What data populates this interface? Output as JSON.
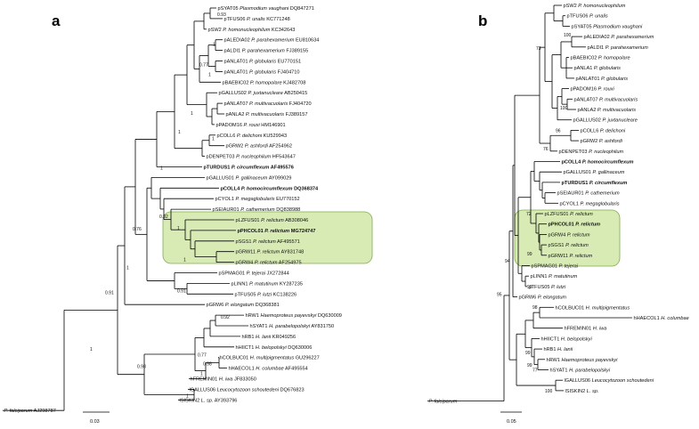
{
  "panel_a": {
    "label": "a",
    "scale_label": "0.03",
    "leaves": [
      {
        "code": "pSYAT05",
        "species": "Plasmodium vaughani",
        "acc": "DQ847271",
        "bold": false
      },
      {
        "code": "pTFUS06",
        "species": "P. unalis",
        "acc": "KC771248",
        "bold": false
      },
      {
        "code": "pSW2",
        "species": "P. homonucleophilum",
        "acc": "KC342643",
        "bold": false
      },
      {
        "code": "pALEDIA02",
        "species": "P. parahexamerium",
        "acc": "EU810634",
        "bold": false
      },
      {
        "code": "pALDI1",
        "species": "P. parahexamerium",
        "acc": "FJ389155",
        "bold": false
      },
      {
        "code": "pANLAT01",
        "species": "P. globularis",
        "acc": "EU770151",
        "bold": false
      },
      {
        "code": "pANLAT01",
        "species": "P. globularis",
        "acc": "FJ404710",
        "bold": false
      },
      {
        "code": "pBAEBIC02",
        "species": "P. homopolare",
        "acc": "KJ482708",
        "bold": false
      },
      {
        "code": "pGALLUS02",
        "species": "P. juxtanucleare",
        "acc": "AB250415",
        "bold": false
      },
      {
        "code": "pANLAT07",
        "species": "P. multivacuolaris",
        "acc": "FJ404720",
        "bold": false
      },
      {
        "code": "pANLA2",
        "species": "P. multivacuolaris",
        "acc": "FJ389157",
        "bold": false
      },
      {
        "code": "pPADOM16",
        "species": "P. rouxi",
        "acc": "HM146901",
        "bold": false
      },
      {
        "code": "pCOLL6",
        "species": "P. delichoni",
        "acc": "KU529943",
        "bold": false
      },
      {
        "code": "pGRW2",
        "species": "P. ashfordi",
        "acc": "AF254962",
        "bold": false
      },
      {
        "code": "pDENPET03",
        "species": "P. nucleophilum",
        "acc": "HF543647",
        "bold": false
      },
      {
        "code": "pTURDUS1",
        "species": "P. circumflexum",
        "acc": "AF495576",
        "bold": true
      },
      {
        "code": "pGALLUS01",
        "species": "P. gallinaceum",
        "acc": "AY099029",
        "bold": false
      },
      {
        "code": "pCOLL4",
        "species": "P. homocircumflexum",
        "acc": "DQ368374",
        "bold": true
      },
      {
        "code": "pCYOL1",
        "species": "P. megaglobularis",
        "acc": "EU770152",
        "bold": false
      },
      {
        "code": "pSEIAUR01",
        "species": "P. cathemerium",
        "acc": "DQ838988",
        "bold": false
      },
      {
        "code": "pLZFUS01",
        "species": "P. relictum",
        "acc": "AB308046",
        "bold": false
      },
      {
        "code": "pPHCOL01",
        "species": "P. relictum",
        "acc": "MG724747",
        "bold": true
      },
      {
        "code": "pSGS1",
        "species": "P. relictum",
        "acc": "AF495571",
        "bold": false
      },
      {
        "code": "pGRW11",
        "species": "P. relictum",
        "acc": "AY831748",
        "bold": false
      },
      {
        "code": "pGRW4",
        "species": "P. relictum",
        "acc": "AF254975",
        "bold": false
      },
      {
        "code": "pSPMAG01",
        "species": "P. tejerai",
        "acc": "JX272844",
        "bold": false
      },
      {
        "code": "pLINN1",
        "species": "P. matutinum",
        "acc": "KY287235",
        "bold": false
      },
      {
        "code": "pTFUS05",
        "species": "P. lutzi",
        "acc": "KC138226",
        "bold": false
      },
      {
        "code": "pGRW6",
        "species": "P. elongatum",
        "acc": "DQ368381",
        "bold": false
      },
      {
        "code": "hRW1",
        "species": "Haemoproteus payevskyi",
        "acc": "DQ630009",
        "bold": false
      },
      {
        "code": "hSYAT1",
        "species": "H. parabelopolskyi",
        "acc": "AY831750",
        "bold": false
      },
      {
        "code": "hRB1",
        "species": "H. lanii",
        "acc": "KR049256",
        "bold": false
      },
      {
        "code": "hHIICT1",
        "species": "H. belopolskyi",
        "acc": "DQ630006",
        "bold": false
      },
      {
        "code": "hCOLBUC01",
        "species": "H. multipigmentatus",
        "acc": "GU296227",
        "bold": false
      },
      {
        "code": "hHAECOL1",
        "species": "H. columbae",
        "acc": "AF495554",
        "bold": false
      },
      {
        "code": "hFREMIN01",
        "species": "H. iwa",
        "acc": "JF833050",
        "bold": false
      },
      {
        "code": "lGALLUS06",
        "species": "Leucocytozoon schoutedeni",
        "acc": "DQ676823",
        "bold": false
      },
      {
        "code": "lSISKIN2",
        "species": "L. sp.",
        "acc": "AY393796",
        "bold": false
      },
      {
        "code": "",
        "species": "P. falciparum",
        "acc": "AJ298787",
        "bold": false
      }
    ],
    "support": [
      "0.93",
      "1",
      "1",
      "0.77",
      "1",
      "1",
      "1",
      "1",
      "1",
      "1",
      "0.92",
      "0.91",
      "0.76",
      "1",
      "0.91",
      "0.92",
      "0.98",
      "1",
      "0.77",
      "1",
      "0.98",
      "1",
      "0.98",
      "1",
      "1",
      "1"
    ]
  },
  "panel_b": {
    "label": "b",
    "scale_label": "0.05",
    "leaves": [
      {
        "code": "pSW2",
        "species": "P. homonucleophilum",
        "bold": false
      },
      {
        "code": "pTFUS06",
        "species": "P. unalis",
        "bold": false
      },
      {
        "code": "pSYAT05",
        "species": "Plasmodium vaughani",
        "bold": false
      },
      {
        "code": "pALEDIA02",
        "species": "P. parahexamerium",
        "bold": false
      },
      {
        "code": "pALDI1",
        "species": "P. parahexamerium",
        "bold": false
      },
      {
        "code": "pBAEBIC02",
        "species": "P. homopolare",
        "bold": false
      },
      {
        "code": "pANLA1",
        "species": "P. globularis",
        "bold": false
      },
      {
        "code": "pANLAT01",
        "species": "P. globularis",
        "bold": false
      },
      {
        "code": "pPADOM16",
        "species": "P. rouxi",
        "bold": false
      },
      {
        "code": "pANLAT07",
        "species": "P. multivacuolaris",
        "bold": false
      },
      {
        "code": "pANLA2",
        "species": "P. multivacuolaris",
        "bold": false
      },
      {
        "code": "pGALLUS02",
        "species": "P. juxtanucleare",
        "bold": false
      },
      {
        "code": "pCOLL6",
        "species": "P. delichoni",
        "bold": false
      },
      {
        "code": "pGRW2",
        "species": "P. ashfordi",
        "bold": false
      },
      {
        "code": "pDENPET03",
        "species": "P. nucleophilum",
        "bold": false
      },
      {
        "code": "pCOLL4",
        "species": "P. homocircumflexum",
        "bold": true
      },
      {
        "code": "pGALLUS01",
        "species": "P. gallinaceum",
        "bold": false
      },
      {
        "code": "pTURDUS1",
        "species": "P. circumflexum",
        "bold": true
      },
      {
        "code": "pSEIAUR01",
        "species": "P. cathemerium",
        "bold": false
      },
      {
        "code": "pCYOL1",
        "species": "P. megaglobularis",
        "bold": false
      },
      {
        "code": "pLZFUS01",
        "species": "P. relictum",
        "bold": false
      },
      {
        "code": "pPHCOL01",
        "species": "P. relictum",
        "bold": true
      },
      {
        "code": "pGRW4",
        "species": "P. relictum",
        "bold": false
      },
      {
        "code": "pSGS1",
        "species": "P. relictum",
        "bold": false
      },
      {
        "code": "pGRW11",
        "species": "P. relictum",
        "bold": false
      },
      {
        "code": "pSPMAG01",
        "species": "P. tejerai",
        "bold": false
      },
      {
        "code": "pLINN1",
        "species": "P. matutinum",
        "bold": false
      },
      {
        "code": "pTFUS05",
        "species": "P. lutzi",
        "bold": false
      },
      {
        "code": "pGRW6",
        "species": "P. elongatum",
        "bold": false
      },
      {
        "code": "hCOLBUC01",
        "species": "H. multipigmentatus",
        "bold": false
      },
      {
        "code": "hHAECOL1",
        "species": "H. columbae",
        "bold": false
      },
      {
        "code": "hFREMIN01",
        "species": "H. iwa",
        "bold": false
      },
      {
        "code": "hHIICT1",
        "species": "H. belopolskyi",
        "bold": false
      },
      {
        "code": "hRB1",
        "species": "H. lanii",
        "bold": false
      },
      {
        "code": "hRW1",
        "species": "Haemoproteus payevskyi",
        "bold": false
      },
      {
        "code": "hSYAT1",
        "species": "H. parabelopolskyi",
        "bold": false
      },
      {
        "code": "lGALLUS06",
        "species": "Leucocytozoon schoutedeni",
        "bold": false
      },
      {
        "code": "lSISKIN2",
        "species": "L. sp.",
        "bold": false
      },
      {
        "code": "",
        "species": "P. falciparum",
        "bold": false
      }
    ],
    "support": [
      "73",
      "100",
      "100",
      "100",
      "96",
      "76",
      "72",
      "94",
      "99",
      "93",
      "95",
      "98",
      "99",
      "99",
      "77",
      "100"
    ]
  },
  "colors": {
    "highlight_fill": "#d8ebb5",
    "highlight_stroke": "#7fae4a",
    "branch": "#000000"
  }
}
